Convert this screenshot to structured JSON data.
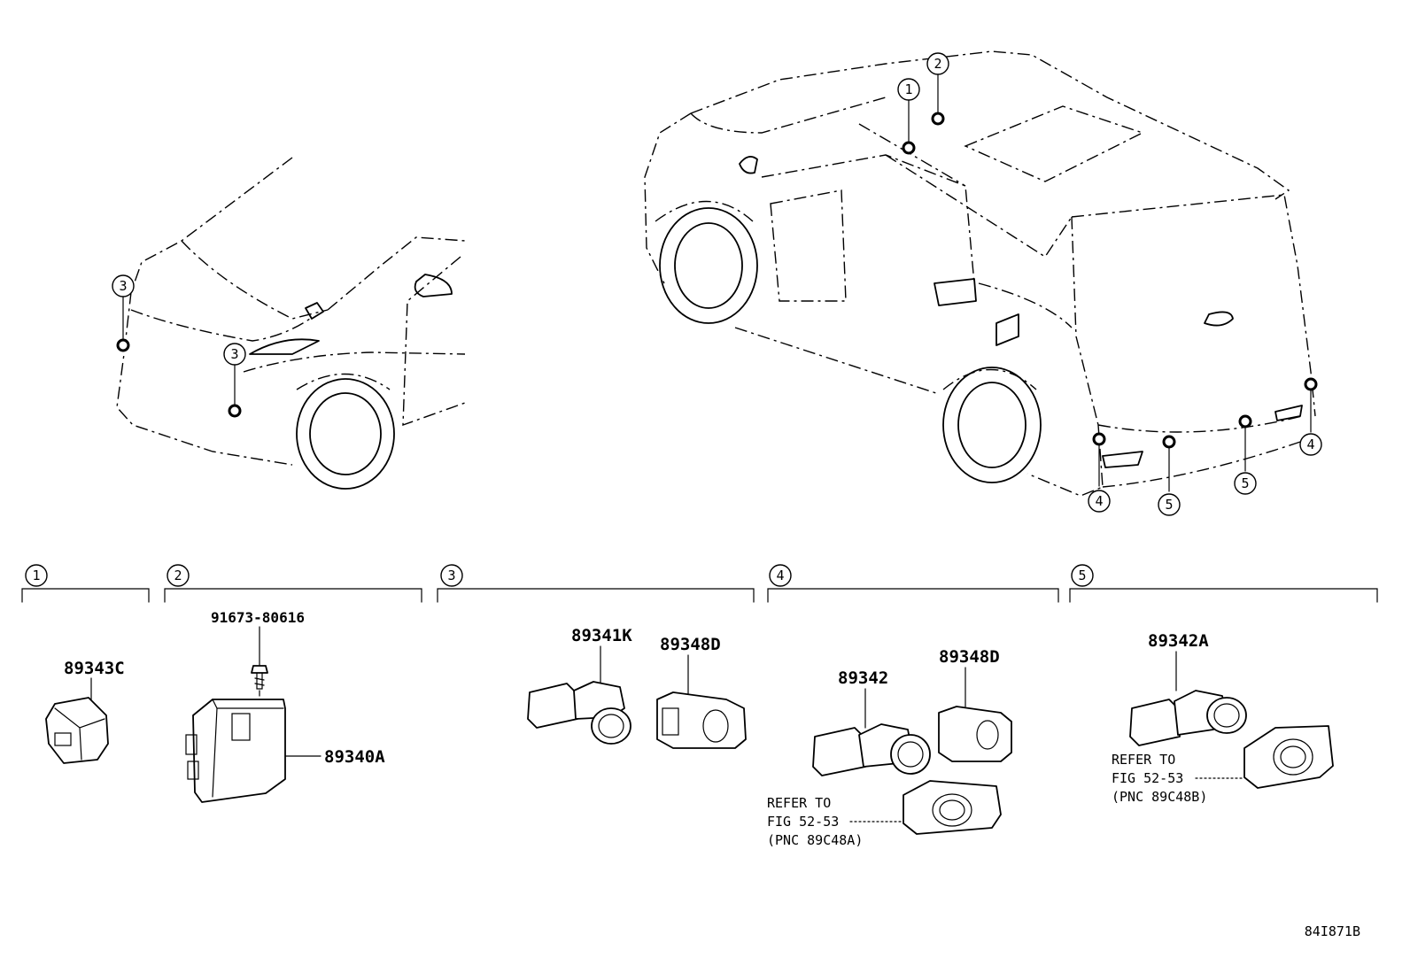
{
  "diagram_id": "84I871B",
  "callouts": [
    "1",
    "2",
    "3",
    "4",
    "5"
  ],
  "groups": [
    {
      "number": "1",
      "parts": [
        "89343C"
      ]
    },
    {
      "number": "2",
      "parts": [
        "91673-80616",
        "89340A"
      ]
    },
    {
      "number": "3",
      "parts": [
        "89341K",
        "89348D"
      ]
    },
    {
      "number": "4",
      "parts": [
        "89342",
        "89348D"
      ],
      "refer": [
        "REFER TO",
        "FIG 52-53",
        "(PNC 89C48A)"
      ]
    },
    {
      "number": "5",
      "parts": [
        "89342A"
      ],
      "refer": [
        "REFER TO",
        "FIG 52-53",
        "(PNC 89C48B)"
      ]
    }
  ]
}
